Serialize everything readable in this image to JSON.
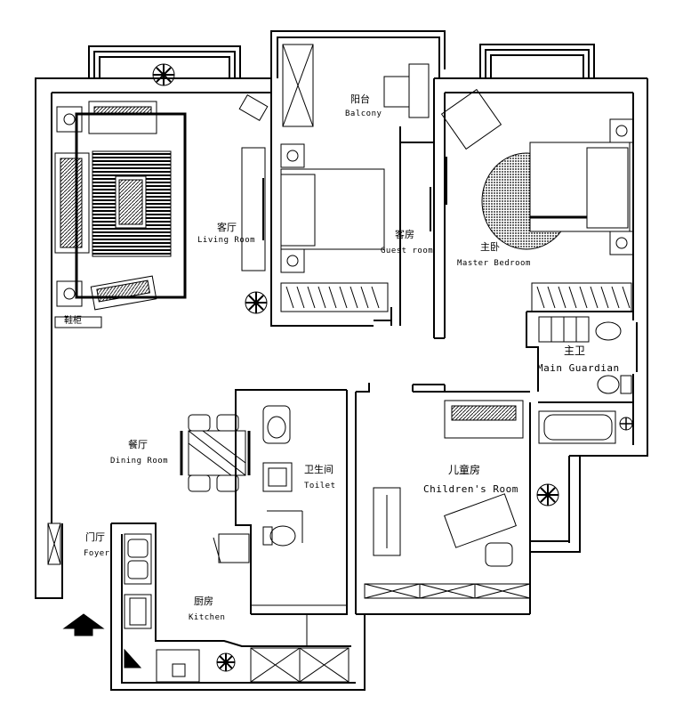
{
  "rooms": {
    "living": {
      "zh": "客厅",
      "en": "Living Room"
    },
    "balcony": {
      "zh": "阳台",
      "en": "Balcony"
    },
    "guest": {
      "zh": "客房",
      "en": "Guest room"
    },
    "master": {
      "zh": "主卧",
      "en": "Master Bedroom"
    },
    "main_bath": {
      "zh": "主卫",
      "en": "Main Guardian"
    },
    "dining": {
      "zh": "餐厅",
      "en": "Dining Room"
    },
    "toilet": {
      "zh": "卫生间",
      "en": "Toilet"
    },
    "children": {
      "zh": "儿童房",
      "en": "Children's Room"
    },
    "foyer": {
      "zh": "门厅",
      "en": "Foyer"
    },
    "kitchen": {
      "zh": "厨房",
      "en": "Kitchen"
    },
    "shoe": {
      "zh": "鞋柜"
    }
  },
  "icons": {
    "entry": "entry-arrow-icon",
    "plant": "potted-plant-icon",
    "lamp": "lamp-icon"
  },
  "colors": {
    "line": "#000000",
    "background": "#ffffff"
  }
}
